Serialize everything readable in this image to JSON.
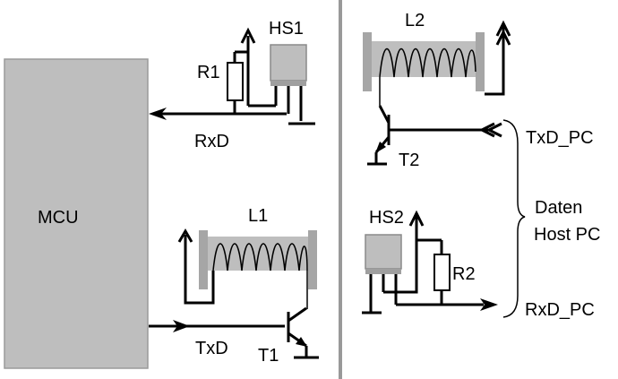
{
  "labels": {
    "mcu": "MCU",
    "hs1": "HS1",
    "r1": "R1",
    "rxd": "RxD",
    "l1": "L1",
    "txd": "TxD",
    "t1": "T1",
    "l2": "L2",
    "t2": "T2",
    "txd_pc": "TxD_PC",
    "hs2": "HS2",
    "r2": "R2",
    "rxd_pc": "RxD_PC",
    "host_line1": "Daten",
    "host_line2": "Host PC"
  },
  "colors": {
    "component_fill": "#b8b8b8",
    "divider": "#999999",
    "wire": "#000000"
  }
}
